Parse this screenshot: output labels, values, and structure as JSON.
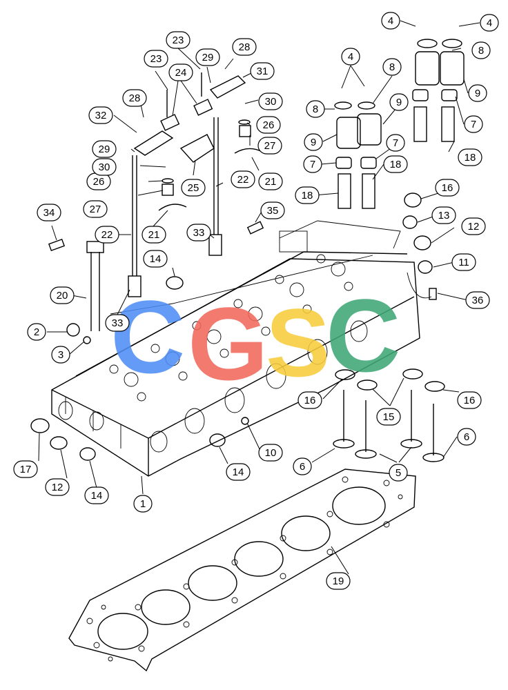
{
  "callouts": [
    {
      "id": "c1",
      "label": "1"
    },
    {
      "id": "c2",
      "label": "2"
    },
    {
      "id": "c3",
      "label": "3"
    },
    {
      "id": "c4a",
      "label": "4"
    },
    {
      "id": "c4b",
      "label": "4"
    },
    {
      "id": "c4c",
      "label": "4"
    },
    {
      "id": "c5a",
      "label": "5"
    },
    {
      "id": "c6a",
      "label": "6"
    },
    {
      "id": "c6b",
      "label": "6"
    },
    {
      "id": "c7a",
      "label": "7"
    },
    {
      "id": "c7b",
      "label": "7"
    },
    {
      "id": "c7c",
      "label": "7"
    },
    {
      "id": "c8a",
      "label": "8"
    },
    {
      "id": "c8b",
      "label": "8"
    },
    {
      "id": "c8c",
      "label": "8"
    },
    {
      "id": "c9a",
      "label": "9"
    },
    {
      "id": "c9b",
      "label": "9"
    },
    {
      "id": "c9c",
      "label": "9"
    },
    {
      "id": "c10",
      "label": "10"
    },
    {
      "id": "c11",
      "label": "11"
    },
    {
      "id": "c12a",
      "label": "12"
    },
    {
      "id": "c12b",
      "label": "12"
    },
    {
      "id": "c13",
      "label": "13"
    },
    {
      "id": "c14a",
      "label": "14"
    },
    {
      "id": "c14b",
      "label": "14"
    },
    {
      "id": "c14c",
      "label": "14"
    },
    {
      "id": "c15",
      "label": "15"
    },
    {
      "id": "c16a",
      "label": "16"
    },
    {
      "id": "c16b",
      "label": "16"
    },
    {
      "id": "c16c",
      "label": "16"
    },
    {
      "id": "c17",
      "label": "17"
    },
    {
      "id": "c18a",
      "label": "18"
    },
    {
      "id": "c18b",
      "label": "18"
    },
    {
      "id": "c18c",
      "label": "18"
    },
    {
      "id": "c19",
      "label": "19"
    },
    {
      "id": "c20",
      "label": "20"
    },
    {
      "id": "c21a",
      "label": "21"
    },
    {
      "id": "c21b",
      "label": "21"
    },
    {
      "id": "c22a",
      "label": "22"
    },
    {
      "id": "c22b",
      "label": "22"
    },
    {
      "id": "c23a",
      "label": "23"
    },
    {
      "id": "c23b",
      "label": "23"
    },
    {
      "id": "c24",
      "label": "24"
    },
    {
      "id": "c25",
      "label": "25"
    },
    {
      "id": "c26a",
      "label": "26"
    },
    {
      "id": "c26b",
      "label": "26"
    },
    {
      "id": "c27a",
      "label": "27"
    },
    {
      "id": "c27b",
      "label": "27"
    },
    {
      "id": "c28a",
      "label": "28"
    },
    {
      "id": "c28b",
      "label": "28"
    },
    {
      "id": "c29a",
      "label": "29"
    },
    {
      "id": "c29b",
      "label": "29"
    },
    {
      "id": "c30a",
      "label": "30"
    },
    {
      "id": "c30b",
      "label": "30"
    },
    {
      "id": "c31",
      "label": "31"
    },
    {
      "id": "c32",
      "label": "32"
    },
    {
      "id": "c33a",
      "label": "33"
    },
    {
      "id": "c33b",
      "label": "33"
    },
    {
      "id": "c34",
      "label": "34"
    },
    {
      "id": "c35",
      "label": "35"
    },
    {
      "id": "c36",
      "label": "36"
    }
  ],
  "watermark": {
    "letters": [
      "C",
      "G",
      "S",
      "C"
    ],
    "colors": [
      "#4f8ef5",
      "#f2685c",
      "#f7cc3c",
      "#3fa876"
    ]
  },
  "colors": {
    "line": "#000000",
    "background": "#ffffff"
  }
}
